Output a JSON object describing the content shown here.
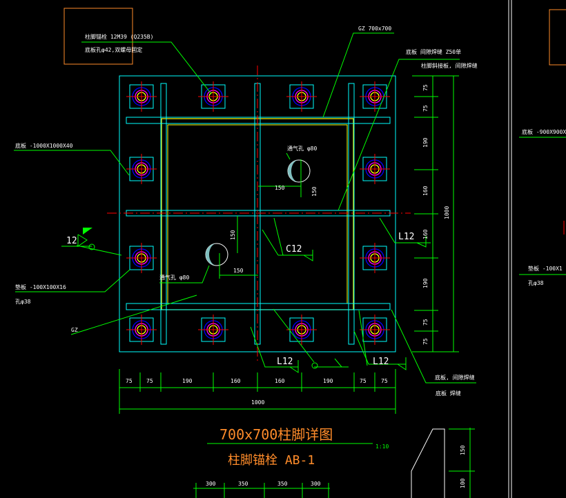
{
  "colors": {
    "background": "#000000",
    "plate": "#00ffff",
    "green": "#00ff00",
    "yellow": "#ffff00",
    "red": "#ff0000",
    "blue": "#0000ff",
    "orange": "#ff8c2a",
    "white": "#ffffff"
  },
  "labels": {
    "anchor_bolt": "柱脚锚栓 12M39 (Q235B)",
    "anchor_note": "底板孔φ42,双螺母固定",
    "gz_top": "GZ 700x700",
    "side_weld": "底板 间隙焊缝 Z50单",
    "side_weld2": "柱脚斜接板, 间隙焊缝",
    "base_plate": "底板 -1000X1000X40",
    "vent_hole_1": "通气孔 φ80",
    "vent_hole_2": "通气孔 φ80",
    "washer": "垫板 -100X100X16",
    "washer_hole": "孔φ38",
    "gz": "GZ",
    "l12_right": "L12",
    "c12": "C12",
    "l12_bottom_left": "L12",
    "l12_bottom_right": "L12",
    "weld_note_bottom": "底板, 间隙焊缝",
    "weld_note_bottom2": "底板 焊缝",
    "flag_12": "12",
    "right_washer": "垫板 -100X1",
    "right_hole": "孔φ38",
    "right_plate": "底板 -900X900X",
    "title": "700x700柱脚详图",
    "scale": "1:10",
    "subtitle": "柱脚锚栓 AB-1"
  },
  "dims": {
    "v_75a": "75",
    "v_75b": "75",
    "v_190a": "190",
    "v_160a": "160",
    "v_160b": "160",
    "v_190b": "190",
    "v_75c": "75",
    "v_75d": "75",
    "v_total": "1000",
    "h_75a": "75",
    "h_75b": "75",
    "h_190a": "190",
    "h_160a": "160",
    "h_160b": "160",
    "h_190b": "190",
    "h_75c": "75",
    "h_75d": "75",
    "h_total": "1000",
    "hole1_150h": "150",
    "hole1_150v": "150",
    "hole2_150h": "150",
    "hole2_150v": "150",
    "b_300a": "300",
    "b_350a": "350",
    "b_350b": "350",
    "b_300b": "300",
    "r_150": "150",
    "r_100": "100"
  }
}
